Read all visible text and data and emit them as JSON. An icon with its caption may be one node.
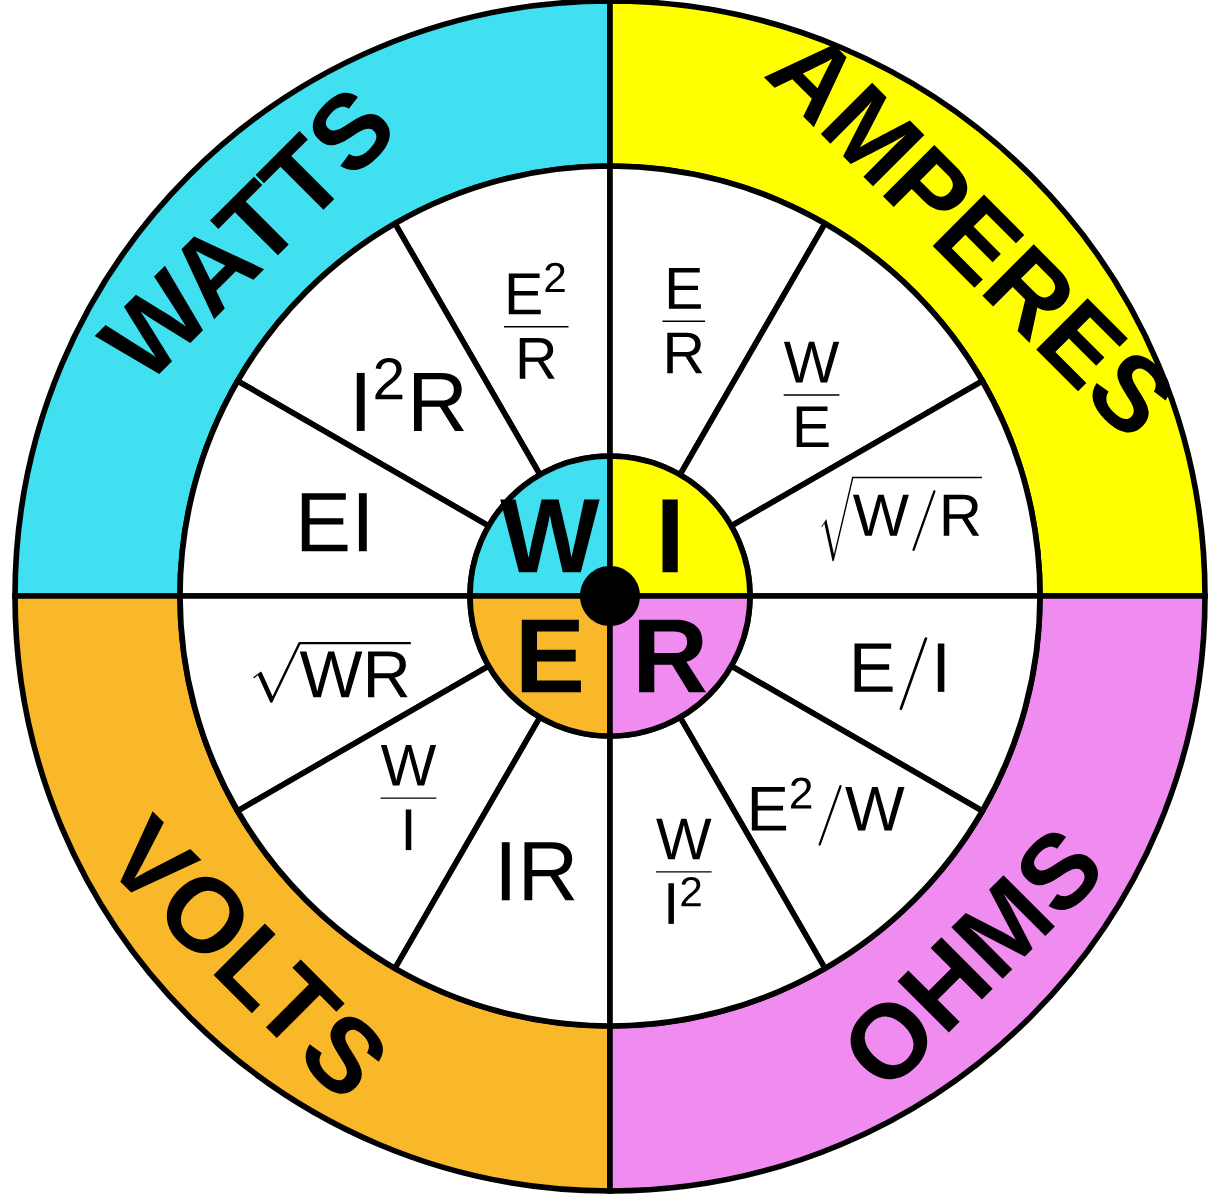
{
  "diagram": {
    "nodes": [
      {
        "text": [
          "WATTS"
        ]
      },
      {
        "text": [
          "AMPERES"
        ]
      },
      {
        "text": [
          "VOLTS"
        ]
      },
      {
        "text": [
          "OHMS"
        ]
      },
      {
        "text": [
          "\\frac{E^{2}}{R}"
        ]
      },
      {
        "text": [
          "I^{2}R"
        ]
      },
      {
        "text": [
          "EI"
        ]
      },
      {
        "text": [
          "\\frac{E}{R}"
        ]
      },
      {
        "text": [
          "\\frac{W}{E}"
        ]
      },
      {
        "text": [
          "\\sqrt{W/R}"
        ]
      },
      {
        "text": [
          "\\sqrt{WR}"
        ]
      },
      {
        "text": [
          "\\frac{W}{I}"
        ]
      },
      {
        "text": [
          "IR"
        ]
      },
      {
        "text": [
          "E/I"
        ]
      },
      {
        "text": [
          "E^{2}/W"
        ]
      },
      {
        "text": [
          "\\frac{W}{I^{2}}"
        ]
      },
      {
        "text": [
          "W"
        ]
      },
      {
        "text": [
          "I"
        ]
      },
      {
        "text": [
          "E"
        ]
      },
      {
        "text": [
          "R"
        ]
      }
    ]
  }
}
